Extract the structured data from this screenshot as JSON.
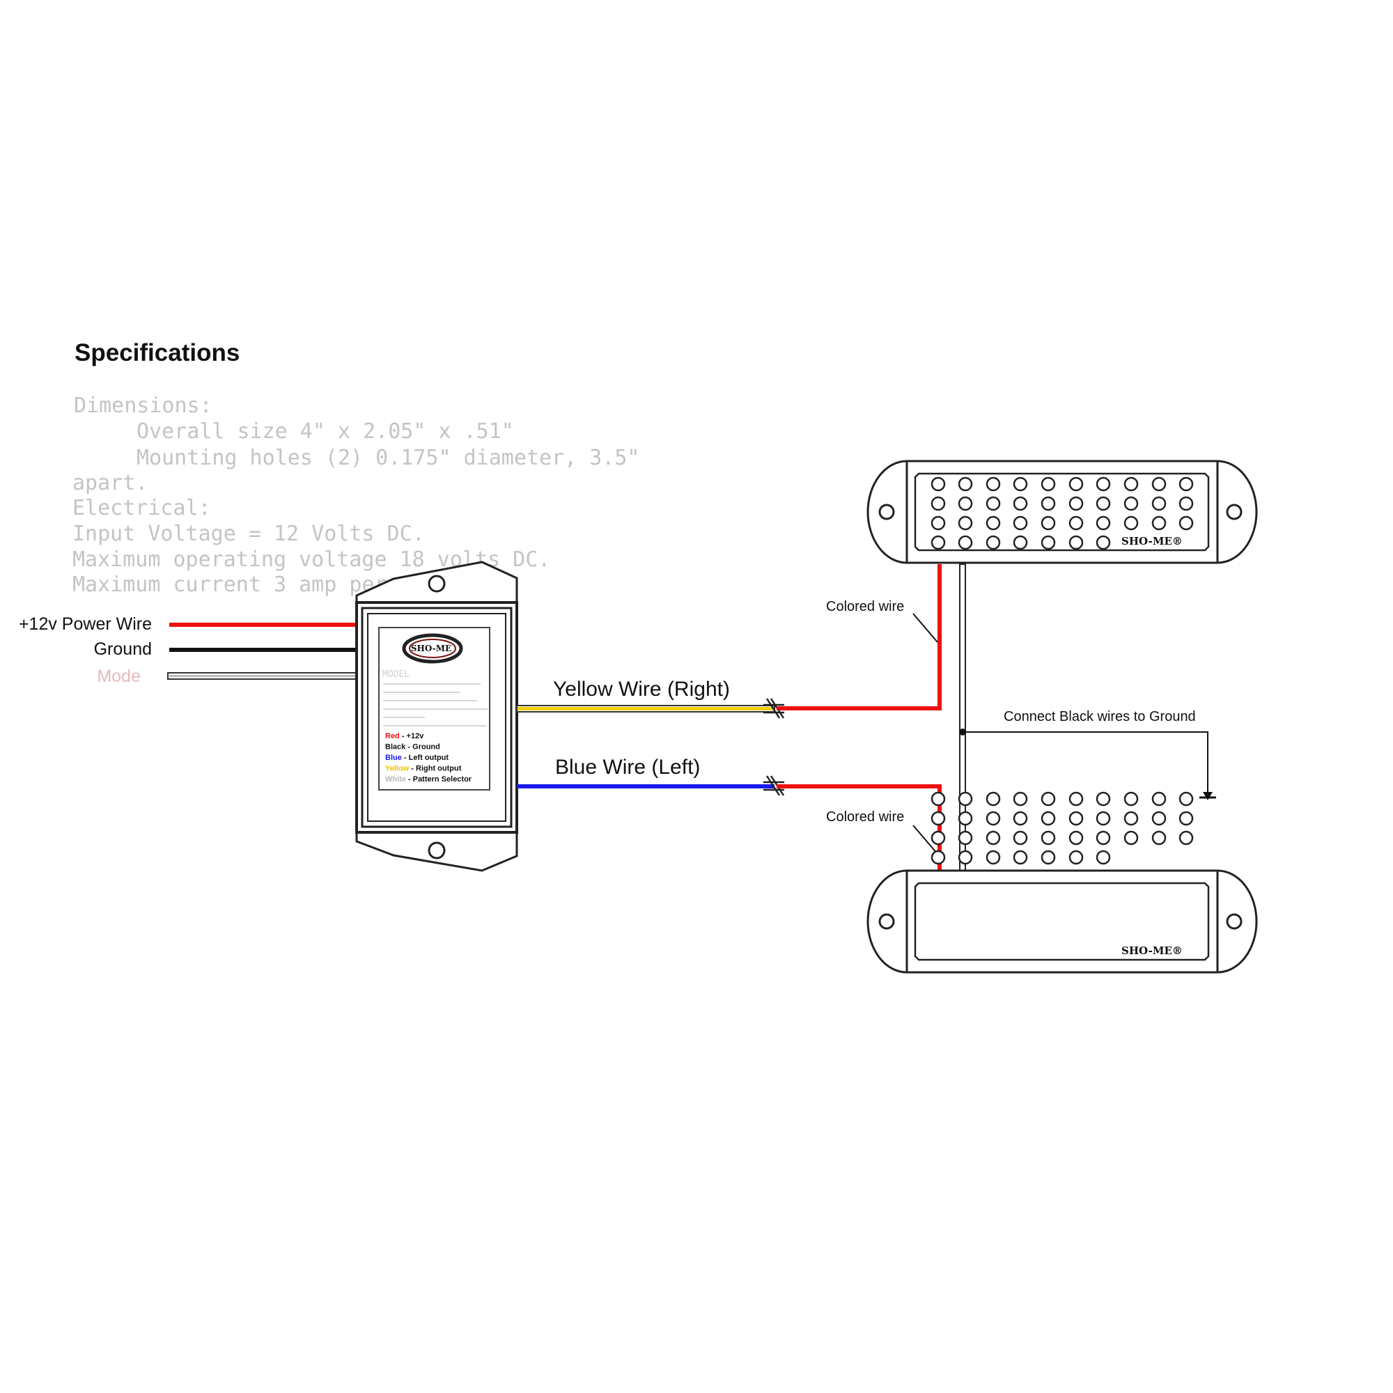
{
  "title": "Specifications",
  "specs": {
    "dimensions_heading": "Dimensions:",
    "overall_size": "Overall size   4\" x 2.05\" x .51\"",
    "mounting_holes": "Mounting holes (2) 0.175\" diameter, 3.5\"",
    "apart": "apart.",
    "electrical_heading": "Electrical:",
    "input_voltage": "Input Voltage = 12 Volts DC.",
    "max_voltage": "Maximum operating voltage 18 volts DC.",
    "max_current": "Maximum current 3 amp per output."
  },
  "input_wires": {
    "power": "+12v Power Wire",
    "ground": "Ground",
    "mode": "Mode"
  },
  "controller": {
    "brand": "SHO-ME",
    "model_label": "MODEL",
    "legend": [
      {
        "color_word": "Red",
        "desc": " - +12v",
        "color": "#ee1111"
      },
      {
        "color_word": "Black",
        "desc": " - Ground",
        "color": "#111111"
      },
      {
        "color_word": "Blue",
        "desc": "  -  Left output",
        "color": "#1a1aee"
      },
      {
        "color_word": "Yellow",
        "desc": " - Right output",
        "color": "#f0c000"
      },
      {
        "color_word": "White",
        "desc": " - Pattern Selector",
        "color": "#b8b8b8"
      }
    ]
  },
  "output_wires": {
    "yellow": "Yellow  Wire (Right)",
    "blue": "Blue Wire (Left)"
  },
  "annotations": {
    "colored_wire_top": "Colored wire",
    "colored_wire_bottom": "Colored wire",
    "ground_note": "Connect Black wires to Ground"
  },
  "light_brand": "SHO-ME®",
  "colors": {
    "red": "#ee1111",
    "black": "#111111",
    "blue": "#1a1aee",
    "yellow": "#f0d000",
    "spec_text": "#c4c4c4",
    "mode_text": "#e7b9b9"
  }
}
